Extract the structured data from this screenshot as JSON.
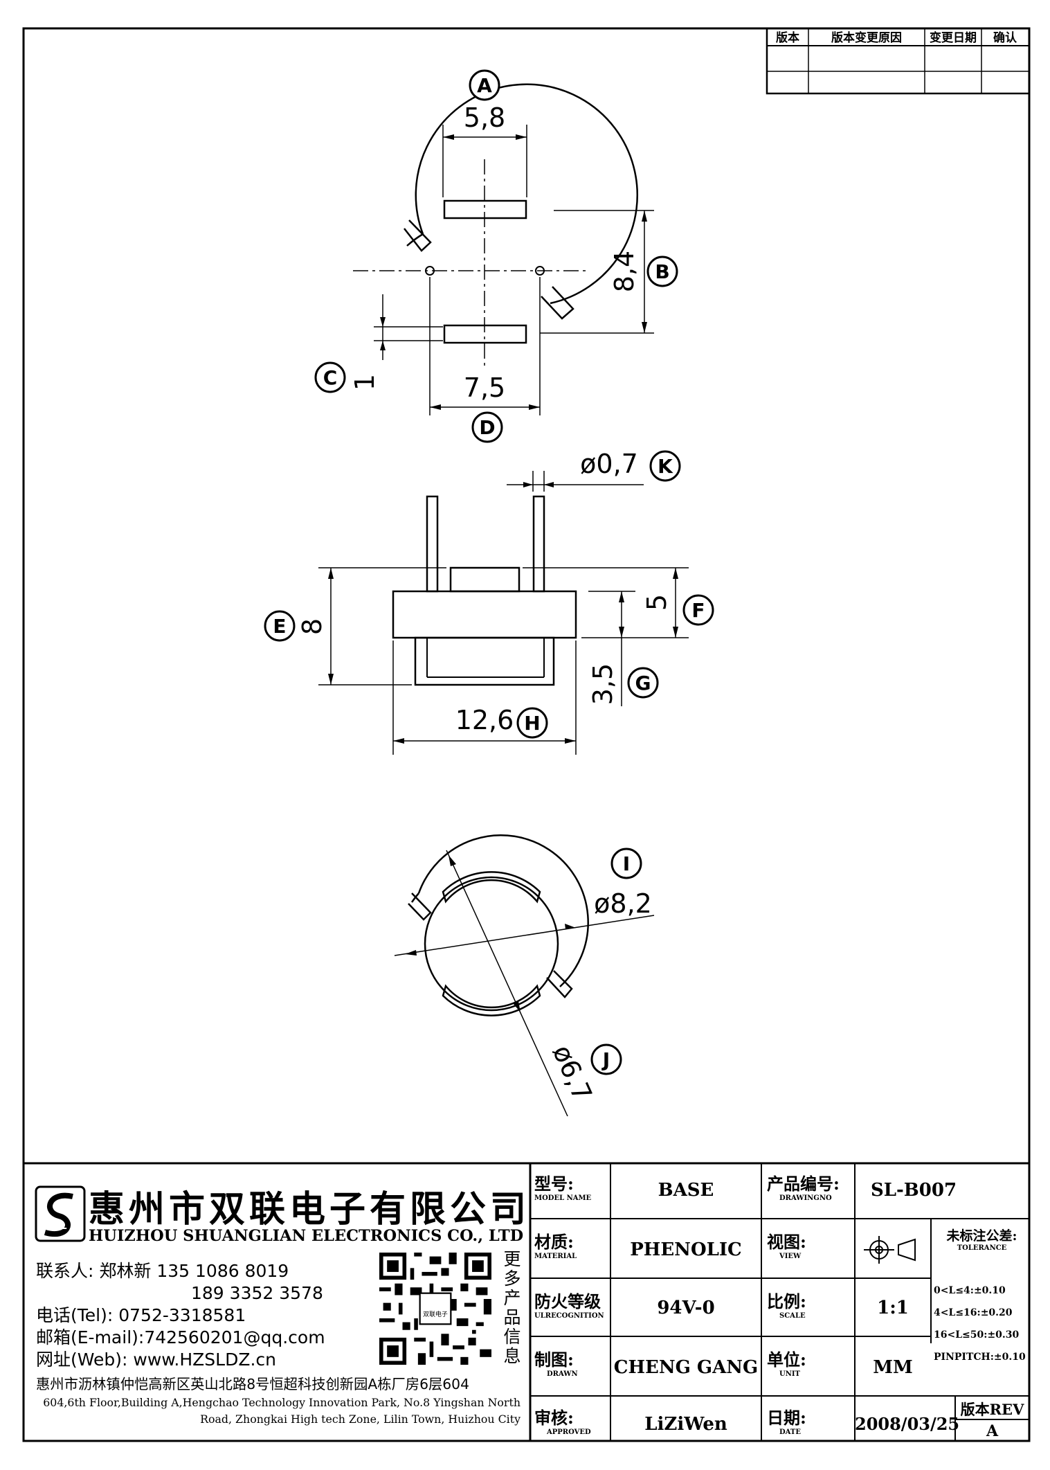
{
  "revision_table": {
    "headers": [
      "版本",
      "版本变更原因",
      "变更日期",
      "确认"
    ]
  },
  "callouts": {
    "A": "A",
    "B": "B",
    "C": "C",
    "D": "D",
    "E": "E",
    "F": "F",
    "G": "G",
    "H": "H",
    "I": "I",
    "J": "J",
    "K": "K"
  },
  "dimensions": {
    "A": "5,8",
    "B": "8,4",
    "C": "1",
    "D": "7,5",
    "K": "ø0,7",
    "E": "8",
    "F": "5",
    "G": "3,5",
    "H": "12,6",
    "I": "ø8,2",
    "J": "ø6,7"
  },
  "company": {
    "logo_text": "SL",
    "name_cn": "惠州市双联电子有限公司",
    "name_en": "HUIZHOU SHUANGLIAN ELECTRONICS CO., LTD",
    "contact_label": "联系人:",
    "contact_name": "郑林新",
    "phone1": "135 1086 8019",
    "phone2": "189 3352 3578",
    "tel_label": "电话(Tel):",
    "tel": "0752-3318581",
    "email_label": "邮箱(E-mail):",
    "email": "742560201@qq.com",
    "web_label": "网址(Web):",
    "web": "www.HZSLDZ.cn",
    "more_info": [
      "更",
      "多",
      "产",
      "品",
      "信",
      "息"
    ],
    "address_cn": "惠州市沥林镇仲恺高新区英山北路8号恒超科技创新园A栋厂房6层604",
    "address_en1": "604,6th Floor,Building A,Hengchao Technology Innovation Park, No.8 Yingshan North",
    "address_en2": "Road, Zhongkai High tech Zone, Lilin Town, Huizhou City",
    "qr_caption": "双联电子"
  },
  "title_block": {
    "model_label": "型号:",
    "model_label_en": "MODEL NAME",
    "model_value": "BASE",
    "drawing_label": "产品编号:",
    "drawing_label_en": "DRAWINGNO",
    "drawing_value": "SL-B007",
    "material_label": "材质:",
    "material_label_en": "MATERIAL",
    "material_value": "PHENOLIC",
    "view_label": "视图:",
    "view_label_en": "VIEW",
    "tolerance_label": "未标注公差:",
    "tolerance_label_en": "TOLERANCE",
    "tolerances": [
      "0<L≤4:±0.10",
      "4<L≤16:±0.20",
      "16<L≤50:±0.30",
      "PINPITCH:±0.10"
    ],
    "fire_label": "防火等级",
    "fire_label_en": "ULRECOGNITION",
    "fire_value": "94V-0",
    "scale_label": "比例:",
    "scale_label_en": "SCALE",
    "scale_value": "1:1",
    "drawn_label": "制图:",
    "drawn_label_en": "DRAWN",
    "drawn_value": "CHENG GANG",
    "unit_label": "单位:",
    "unit_label_en": "UNIT",
    "unit_value": "MM",
    "approved_label": "审核:",
    "approved_label_en": "APPROVED",
    "approved_value": "LiZiWen",
    "date_label": "日期:",
    "date_label_en": "DATE",
    "date_value": "2008/03/25",
    "rev_label": "版本REV",
    "rev_value": "A"
  }
}
